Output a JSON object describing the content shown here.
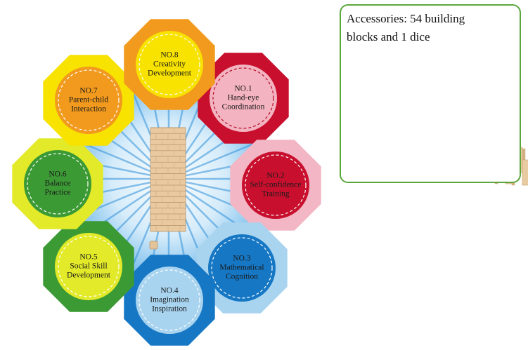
{
  "items": [
    {
      "no": "NO.1",
      "line1": "Hand-eye",
      "line2": "Coordination",
      "outer": "#c8102e",
      "inner": "#f3b3c0",
      "dash": "#b40e29"
    },
    {
      "no": "NO.2",
      "line1": "Self-confidence",
      "line2": "Training",
      "outer": "#f2b6c4",
      "inner": "#c8102e",
      "dash": "#ffffff"
    },
    {
      "no": "NO.3",
      "line1": "Mathematical",
      "line2": "Cognition",
      "outer": "#a9d4f0",
      "inner": "#1677c4",
      "dash": "#ffffff"
    },
    {
      "no": "NO.4",
      "line1": "Imagination",
      "line2": "Inspiration",
      "outer": "#1677c4",
      "inner": "#a9d4f0",
      "dash": "#ffffff"
    },
    {
      "no": "NO.5",
      "line1": "Social Skill",
      "line2": "Development",
      "outer": "#3c9a35",
      "inner": "#e2ea2a",
      "dash": "#ffffff"
    },
    {
      "no": "NO.6",
      "line1": "Balance",
      "line2": "Practice",
      "outer": "#e2ea2a",
      "inner": "#3c9a35",
      "dash": "#ffffff"
    },
    {
      "no": "NO.7",
      "line1": "Parent-child",
      "line2": "Interaction",
      "outer": "#f7e200",
      "inner": "#f29a1d",
      "dash": "#ffffff"
    },
    {
      "no": "NO.8",
      "line1": "Creativity",
      "line2": "Development",
      "outer": "#f29a1d",
      "inner": "#f7e200",
      "dash": "#ffffff"
    }
  ],
  "accessories": {
    "line1": "Accessories: 54 building",
    "line2": "blocks and 1 dice"
  },
  "colors": {
    "panel_border": "#5aa83c",
    "wood": "#e8c9a0",
    "center_ray": "#2f8fd8"
  }
}
